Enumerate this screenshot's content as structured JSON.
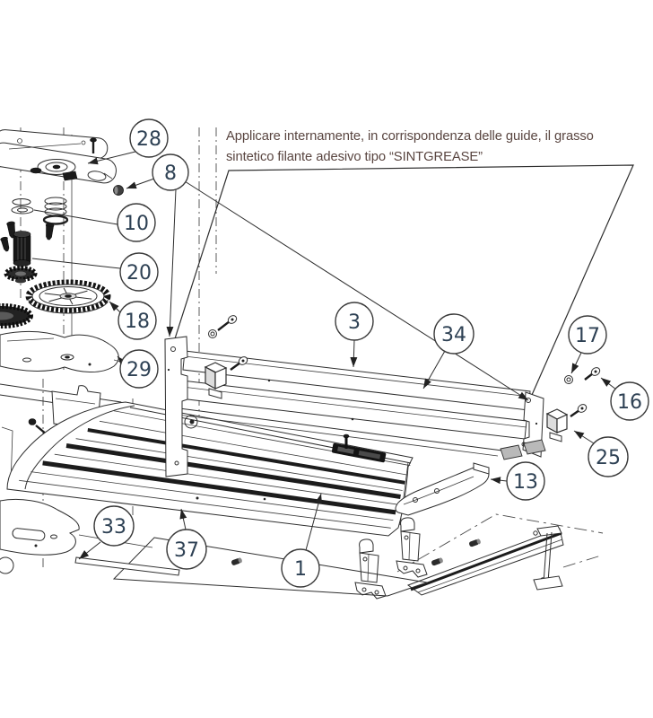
{
  "note": {
    "line1": "Applicare internamente, in corrispondenza delle guide, il grasso",
    "line2": "sintetico filante adesivo tipo “SINTGREASE”"
  },
  "callouts": [
    {
      "label": "28"
    },
    {
      "label": "8"
    },
    {
      "label": "10"
    },
    {
      "label": "20"
    },
    {
      "label": "18"
    },
    {
      "label": "29"
    },
    {
      "label": "3"
    },
    {
      "label": "34"
    },
    {
      "label": "17"
    },
    {
      "label": "16"
    },
    {
      "label": "25"
    },
    {
      "label": "13"
    },
    {
      "label": "33"
    },
    {
      "label": "37"
    },
    {
      "label": "1"
    }
  ],
  "colors": {
    "background": "#ffffff",
    "ink": "#2e2e2e",
    "note_text": "#594540",
    "callout_number": "#2e4154"
  }
}
